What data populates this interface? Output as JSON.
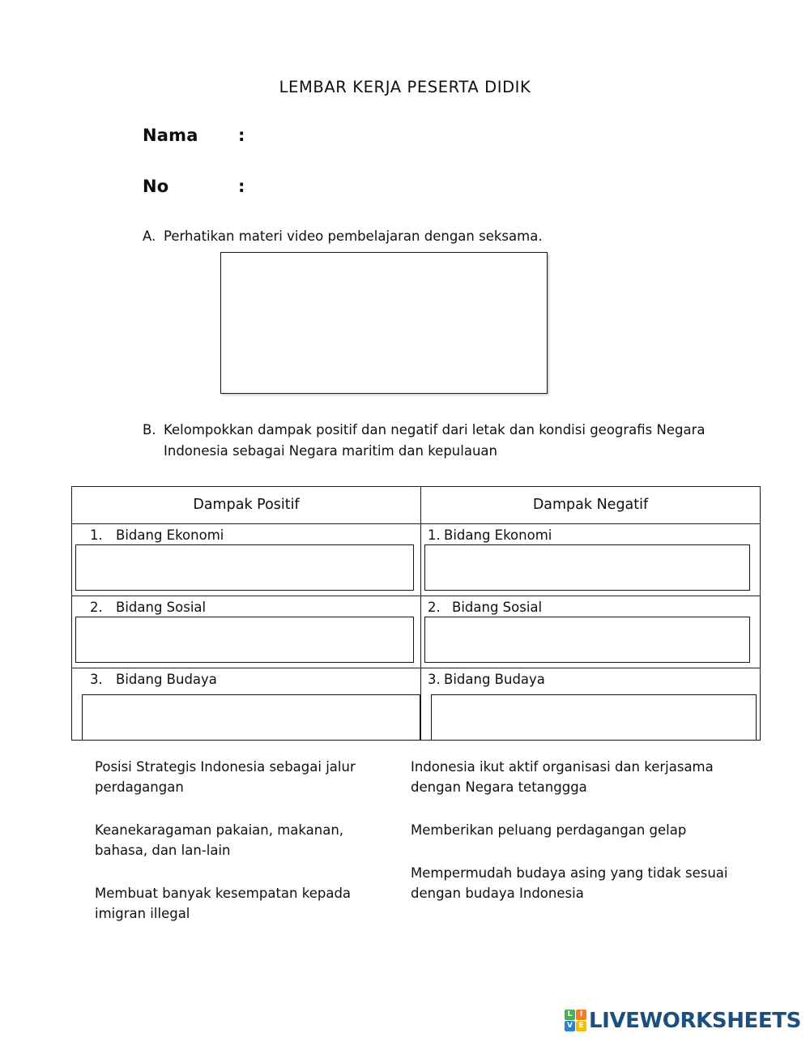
{
  "document": {
    "title": "LEMBAR KERJA PESERTA DIDIK"
  },
  "identity": {
    "fields": [
      {
        "label": "Nama",
        "colon": ":",
        "value": ""
      },
      {
        "label": "No",
        "colon": ":",
        "value": ""
      }
    ]
  },
  "instructions": [
    {
      "marker": "A.",
      "text": "Perhatikan materi video pembelajaran dengan seksama."
    },
    {
      "marker": "B.",
      "text": "Kelompokkan dampak positif dan negatif dari letak dan kondisi geografis Negara Indonesia sebagai Negara maritim dan kepulauan"
    }
  ],
  "video_box": {
    "label": "video-embed-placeholder",
    "content": ""
  },
  "table": {
    "headers": [
      "Dampak Positif",
      "Dampak Negatif"
    ],
    "positive_rows": [
      {
        "number": "1.",
        "label": "Bidang Ekonomi",
        "answer": ""
      },
      {
        "number": "2.",
        "label": "Bidang Sosial",
        "answer": ""
      },
      {
        "number": "3.",
        "label": "Bidang Budaya",
        "answer": ""
      }
    ],
    "negative_rows": [
      {
        "number": "1.",
        "label": "Bidang Ekonomi",
        "answer": ""
      },
      {
        "number": "2.",
        "label": "Bidang Sosial",
        "answer": ""
      },
      {
        "number": "3.",
        "label": "Bidang Budaya",
        "answer": ""
      }
    ]
  },
  "answer_bank": {
    "left": [
      "Posisi Strategis Indonesia sebagai jalur perdagangan",
      "Keanekaragaman pakaian, makanan, bahasa, dan lan-lain",
      "Membuat banyak kesempatan kepada imigran illegal"
    ],
    "right": [
      "Indonesia ikut aktif organisasi dan kerjasama dengan Negara tetanggga",
      "Memberikan peluang perdagangan gelap",
      "Mempermudah budaya asing yang tidak sesuai dengan budaya Indonesia"
    ]
  },
  "branding": {
    "wordmark": "LIVEWORKSHEETS",
    "tiles": [
      {
        "letter": "L",
        "color": "#4caf50"
      },
      {
        "letter": "I",
        "color": "#f07d29"
      },
      {
        "letter": "V",
        "color": "#2f7fd0"
      },
      {
        "letter": "E",
        "color": "#f2c200"
      }
    ],
    "text_color": "#1b4f7e"
  }
}
